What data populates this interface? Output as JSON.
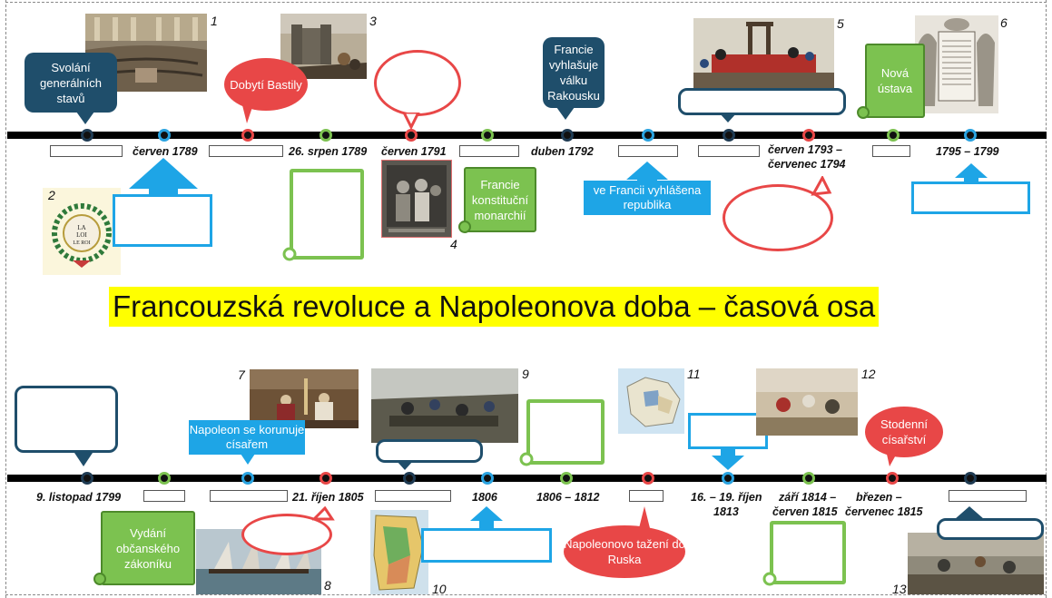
{
  "title": "Francouzská revoluce a Napoleonova doba – časová osa",
  "colors": {
    "axis": "#000000",
    "dark_callout": "#1f4e6b",
    "red": "#e84747",
    "blue": "#1ea5e6",
    "green": "#7cc250",
    "highlight": "#ffff00"
  },
  "top": {
    "dates": {
      "d1": "červen 1789",
      "d2": "26. srpen 1789",
      "d3": "červen 1791",
      "d4": "duben 1792",
      "d5_line1": "červen 1793 –",
      "d5_line2": "červenec 1794",
      "d6": "1795 – 1799"
    },
    "callouts": {
      "generalni_stavy": "Svolání generálních stavů",
      "bastila": "Dobytí Bastily",
      "valka": "Francie vyhlašuje válku Rakousku",
      "ustava": "Nová ústava",
      "monarchie": "Francie konstituční monarchií",
      "republika": "ve Francii vyhlášena republika"
    },
    "picture_numbers": [
      "1",
      "2",
      "3",
      "4",
      "5",
      "6"
    ]
  },
  "bottom": {
    "dates": {
      "d1": "9. listopad 1799",
      "d2": "21. říjen 1805",
      "d3": "1806",
      "d4": "1806 – 1812",
      "d5_line1": "16. – 19. říjen",
      "d5_line2": "1813",
      "d6_line1": "září 1814 –",
      "d6_line2": "červen 1815",
      "d7_line1": "březen –",
      "d7_line2": "červenec 1815"
    },
    "callouts": {
      "korunovace": "Napoleon se korunuje císařem",
      "zakonik": "Vydání občanského zákoníku",
      "rusko": "Napoleonovo tažení do Ruska",
      "cisarstvi": "Stodenní císařství"
    },
    "picture_numbers": [
      "7",
      "8",
      "9",
      "10",
      "11",
      "12",
      "13"
    ]
  }
}
